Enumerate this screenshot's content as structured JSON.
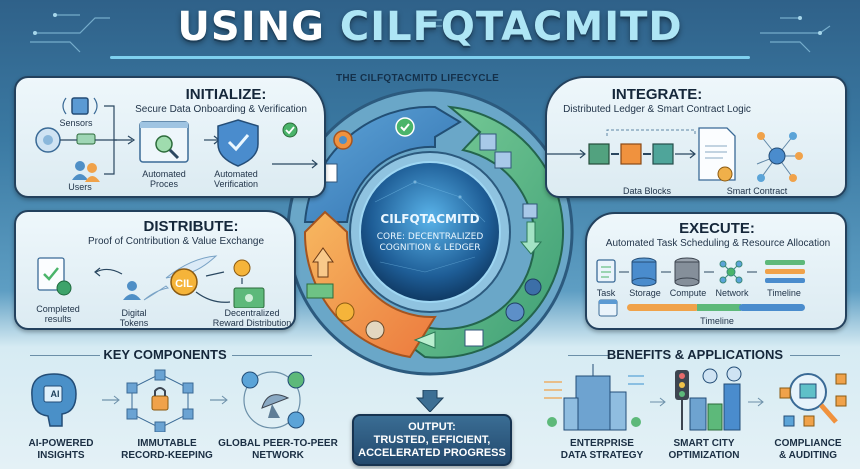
{
  "title": {
    "part1": "USING",
    "part2": "CILFQTACMITD"
  },
  "lifecycle": {
    "heading": "THE CILFQTACMITD LIFECYCLE",
    "core_name": "CILFQTACMITD",
    "core_line1": "CORE: DECENTRALIZED",
    "core_line2": "COGNITION & LEDGER",
    "colors": {
      "blue": "#3c84bf",
      "green": "#5dba86",
      "orange": "#f0924a",
      "core": "#1f5f9a"
    }
  },
  "initialize": {
    "title": "INITIALIZE:",
    "subtitle": "Secure Data Onboarding & Verification",
    "labels": {
      "sensors": "Sensors",
      "users": "Users",
      "process": [
        "Automated",
        "Proces"
      ],
      "verification": [
        "Automated",
        "Verification"
      ]
    }
  },
  "integrate": {
    "title": "INTEGRATE:",
    "subtitle": "Distributed Ledger & Smart Contract Logic",
    "labels": {
      "blocks": "Data Blocks",
      "contract": "Smart Contract"
    }
  },
  "distribute": {
    "title": "DISTRIBUTE:",
    "subtitle": "Proof of Contribution & Value Exchange",
    "coin_text": "CIL",
    "labels": {
      "completed": [
        "Completed",
        "results"
      ],
      "tokens": [
        "Digital",
        "Tokens"
      ],
      "reward": [
        "Decentralized",
        "Reward Distribution"
      ]
    }
  },
  "execute": {
    "title": "EXECUTE:",
    "subtitle": "Automated Task Scheduling & Resource Allocation",
    "labels": {
      "task": "Task",
      "storage": "Storage",
      "compute": "Compute",
      "network": "Network",
      "timeline_top": "Timeline",
      "timeline_bottom": "Timeline"
    }
  },
  "key_components": {
    "heading": "KEY COMPONENTS",
    "items": [
      {
        "icon": "ai-brain-icon",
        "line1": "AI-POWERED",
        "line2": "INSIGHTS",
        "badge": "AI"
      },
      {
        "icon": "lock-network-icon",
        "line1": "IMMUTABLE",
        "line2": "RECORD-KEEPING"
      },
      {
        "icon": "satellite-globe-icon",
        "line1": "GLOBAL PEER-TO-PEER",
        "line2": "NETWORK"
      }
    ]
  },
  "output": {
    "line1": "OUTPUT:",
    "line2": "TRUSTED, EFFICIENT,",
    "line3": "ACCELERATED PROGRESS"
  },
  "benefits": {
    "heading": "BENEFITS & APPLICATIONS",
    "items": [
      {
        "icon": "enterprise-building-icon",
        "line1": "ENTERPRISE",
        "line2": "DATA STRATEGY"
      },
      {
        "icon": "smart-city-icon",
        "line1": "SMART CITY",
        "line2": "OPTIMIZATION"
      },
      {
        "icon": "magnifier-flowchart-icon",
        "line1": "COMPLIANCE",
        "line2": "& AUDITING"
      }
    ]
  }
}
